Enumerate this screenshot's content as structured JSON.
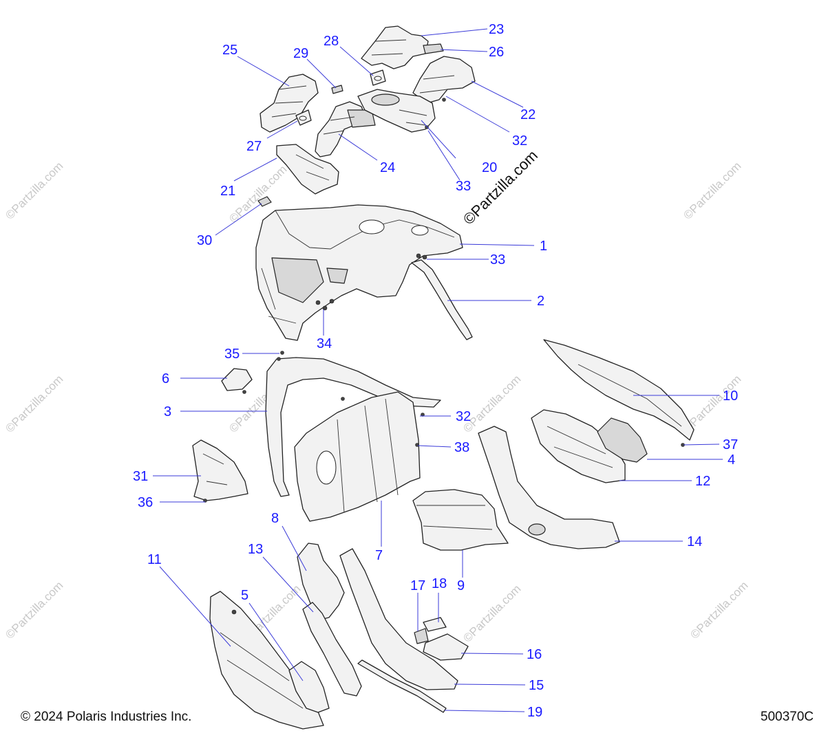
{
  "footer": {
    "copyright": "© 2024 Polaris Industries Inc.",
    "diagram_code": "500370C"
  },
  "watermark": {
    "main": "©Partzilla.com",
    "repeat": "©Partzilla.com"
  },
  "callouts": [
    {
      "id": "c1",
      "label": "1"
    },
    {
      "id": "c2",
      "label": "2"
    },
    {
      "id": "c3",
      "label": "3"
    },
    {
      "id": "c4",
      "label": "4"
    },
    {
      "id": "c5",
      "label": "5"
    },
    {
      "id": "c6",
      "label": "6"
    },
    {
      "id": "c7",
      "label": "7"
    },
    {
      "id": "c8",
      "label": "8"
    },
    {
      "id": "c9",
      "label": "9"
    },
    {
      "id": "c10",
      "label": "10"
    },
    {
      "id": "c11",
      "label": "11"
    },
    {
      "id": "c12",
      "label": "12"
    },
    {
      "id": "c13",
      "label": "13"
    },
    {
      "id": "c14",
      "label": "14"
    },
    {
      "id": "c15",
      "label": "15"
    },
    {
      "id": "c16",
      "label": "16"
    },
    {
      "id": "c17",
      "label": "17"
    },
    {
      "id": "c18",
      "label": "18"
    },
    {
      "id": "c19",
      "label": "19"
    },
    {
      "id": "c20",
      "label": "20"
    },
    {
      "id": "c21",
      "label": "21"
    },
    {
      "id": "c22",
      "label": "22"
    },
    {
      "id": "c23",
      "label": "23"
    },
    {
      "id": "c24",
      "label": "24"
    },
    {
      "id": "c25",
      "label": "25"
    },
    {
      "id": "c26",
      "label": "26"
    },
    {
      "id": "c27",
      "label": "27"
    },
    {
      "id": "c28",
      "label": "28"
    },
    {
      "id": "c29",
      "label": "29"
    },
    {
      "id": "c30",
      "label": "30"
    },
    {
      "id": "c31",
      "label": "31"
    },
    {
      "id": "c32a",
      "label": "32"
    },
    {
      "id": "c32b",
      "label": "32"
    },
    {
      "id": "c33a",
      "label": "33"
    },
    {
      "id": "c33b",
      "label": "33"
    },
    {
      "id": "c34",
      "label": "34"
    },
    {
      "id": "c35",
      "label": "35"
    },
    {
      "id": "c36",
      "label": "36"
    },
    {
      "id": "c37",
      "label": "37"
    },
    {
      "id": "c38",
      "label": "38"
    }
  ]
}
